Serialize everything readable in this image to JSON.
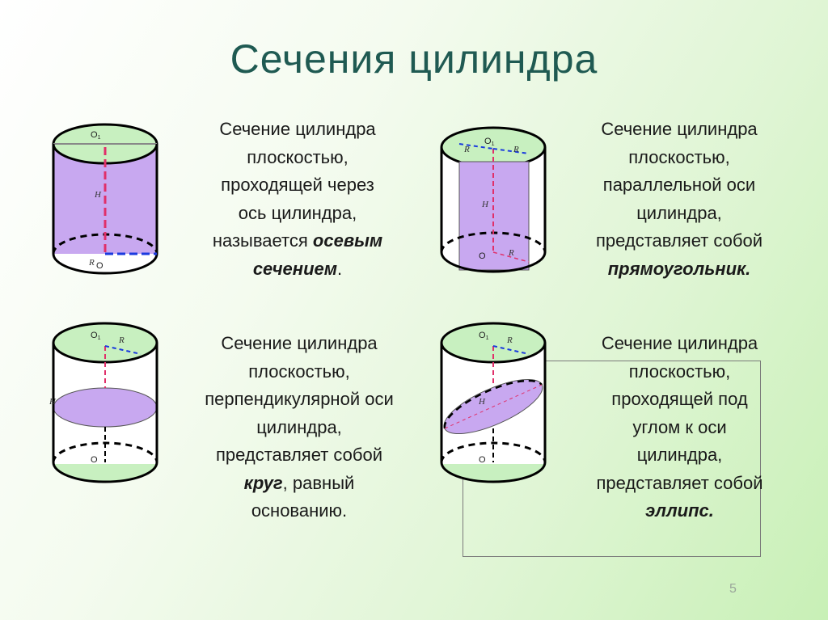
{
  "title": "Сечения цилиндра",
  "blocks": [
    {
      "lines": [
        "Сечение цилиндра",
        "плоскостью,",
        "проходящей через",
        "ось цилиндра,",
        "называется"
      ],
      "bold": "осевым",
      "bold2": "сечением",
      "tail": "."
    },
    {
      "lines": [
        "Сечение цилиндра",
        "плоскостью,",
        "параллельной оси",
        "цилиндра,",
        "представляет собой"
      ],
      "bold": "прямоугольник."
    },
    {
      "lines": [
        "Сечение цилиндра",
        "плоскостью,",
        "перпендикулярной оси",
        "цилиндра,",
        "представляет собой"
      ],
      "bold": "круг",
      "after_bold": ", равный",
      "last": "основанию."
    },
    {
      "lines": [
        "Сечение цилиндра",
        "плоскостью,",
        "проходящей под",
        "углом к оси",
        "цилиндра,",
        "представляет собой"
      ],
      "bold": "эллипс."
    }
  ],
  "labels": {
    "o1": "O",
    "o1_sub": "1",
    "o": "O",
    "h": "H",
    "r": "R"
  },
  "page_number": "5",
  "colors": {
    "section_fill": "#c8a8f0",
    "base_fill": "#c8f0c0",
    "axis": "#e0306a",
    "radius": "#1a3adf",
    "title": "#1f5a52"
  }
}
